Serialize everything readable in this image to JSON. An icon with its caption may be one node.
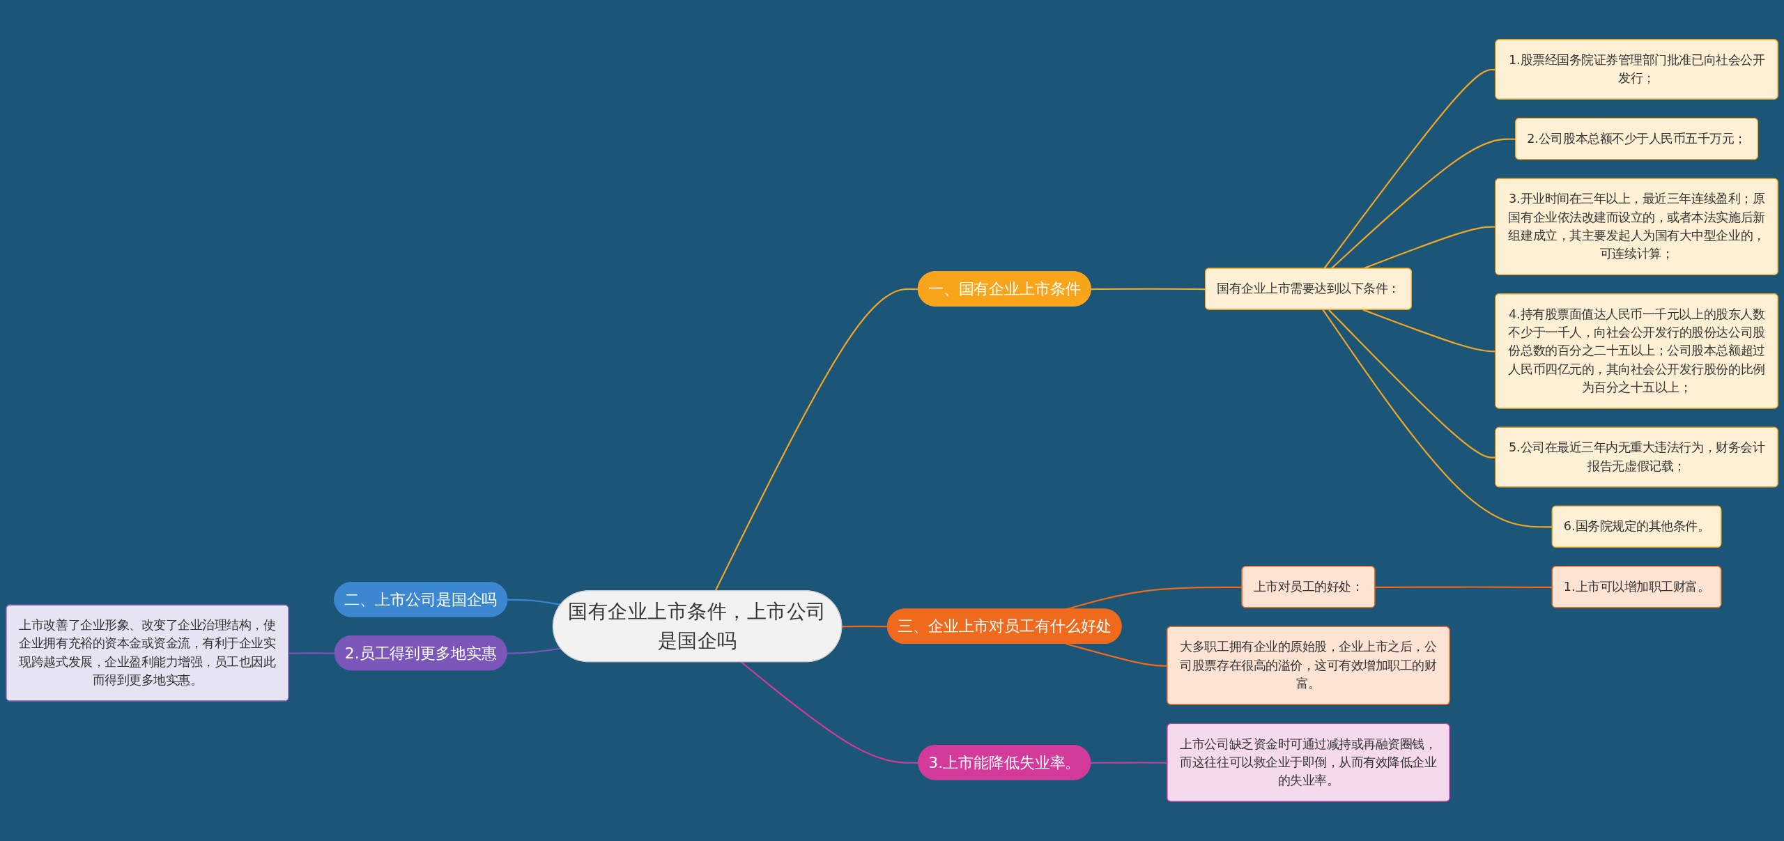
{
  "diagram": {
    "nodes": [
      {
        "text": [
          "国有企业上市条件，上市公司是国企吗"
        ]
      },
      {
        "text": [
          "一、国有企业上市条件"
        ]
      },
      {
        "text": [
          "国有企业上市需要达到以下条件："
        ]
      },
      {
        "text": [
          "1.股票经国务院证券管理部门批准已向社会公开发行；"
        ]
      },
      {
        "text": [
          "2.公司股本总额不少于人民币五千万元；"
        ]
      },
      {
        "text": [
          "3.开业时间在三年以上，最近三年连续盈利；原国有企业依法改建而设立的，或者本法实施后新组建成立，其主要发起人为国有大中型企业的，可连续计算；"
        ]
      },
      {
        "text": [
          "4.持有股票面值达人民币一千元以上的股东人数不少于一千人，向社会公开发行的股份达公司股份总数的百分之二十五以上；公司股本总额超过人民币四亿元的，其向社会公开发行股份的比例为百分之十五以上；"
        ]
      },
      {
        "text": [
          "5.公司在最近三年内无重大违法行为，财务会计报告无虚假记载；"
        ]
      },
      {
        "text": [
          "6.国务院规定的其他条件。"
        ]
      },
      {
        "text": [
          "二、上市公司是国企吗"
        ]
      },
      {
        "text": [
          "2.员工得到更多地实惠"
        ]
      },
      {
        "text": [
          "上市改善了企业形象、改变了企业治理结构，使企业拥有充裕的资本金或资金流，有利于企业实现跨越式发展，企业盈利能力增强，员工也因此而得到更多地实惠。"
        ]
      },
      {
        "text": [
          "三、企业上市对员工有什么好处"
        ]
      },
      {
        "text": [
          "上市对员工的好处："
        ]
      },
      {
        "text": [
          "1.上市可以增加职工财富。"
        ]
      },
      {
        "text": [
          "大多职工拥有企业的原始股，企业上市之后，公司股票存在很高的溢价，这可有效增加职工的财富。"
        ]
      },
      {
        "text": [
          "3.上市能降低失业率。"
        ]
      },
      {
        "text": [
          "上市公司缺乏资金时可通过减持或再融资圈钱，而这往往可以救企业于即倒，从而有效降低企业的失业率。"
        ]
      }
    ],
    "edges": [
      {
        "from": 0,
        "to": 1,
        "arrow": "none",
        "color": "#f5a623"
      },
      {
        "from": 1,
        "to": 2,
        "arrow": "none",
        "color": "#f5a623"
      },
      {
        "from": 2,
        "to": 3,
        "arrow": "none",
        "color": "#f5a623"
      },
      {
        "from": 2,
        "to": 4,
        "arrow": "none",
        "color": "#f5a623"
      },
      {
        "from": 2,
        "to": 5,
        "arrow": "none",
        "color": "#f5a623"
      },
      {
        "from": 2,
        "to": 6,
        "arrow": "none",
        "color": "#f5a623"
      },
      {
        "from": 2,
        "to": 7,
        "arrow": "none",
        "color": "#f5a623"
      },
      {
        "from": 2,
        "to": 8,
        "arrow": "none",
        "color": "#f5a623"
      },
      {
        "from": 9,
        "to": 0,
        "arrow": "none",
        "color": "#3b88d0"
      },
      {
        "from": 10,
        "to": 0,
        "arrow": "none",
        "color": "#7a57b8"
      },
      {
        "from": 11,
        "to": 10,
        "arrow": "none",
        "color": "#7a57b8"
      },
      {
        "from": 0,
        "to": 12,
        "arrow": "none",
        "color": "#f06a1d"
      },
      {
        "from": 12,
        "to": 13,
        "arrow": "none",
        "color": "#f06a1d"
      },
      {
        "from": 13,
        "to": 14,
        "arrow": "none",
        "color": "#f06a1d"
      },
      {
        "from": 12,
        "to": 15,
        "arrow": "none",
        "color": "#f06a1d"
      },
      {
        "from": 0,
        "to": 16,
        "arrow": "none",
        "color": "#d43a9a"
      },
      {
        "from": 16,
        "to": 17,
        "arrow": "none",
        "color": "#d43a9a"
      }
    ]
  }
}
